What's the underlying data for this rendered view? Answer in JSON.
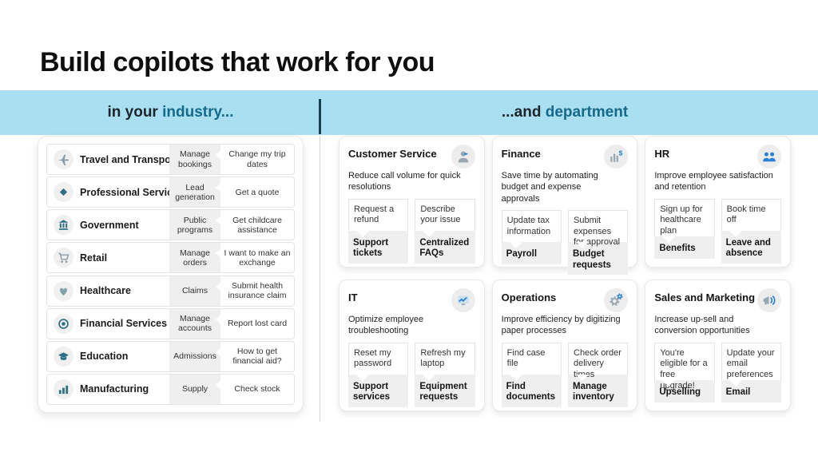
{
  "title": "Build copilots that work for you",
  "band": {
    "left_plain": "in your",
    "left_accent": "industry...",
    "right_plain": "...and",
    "right_accent": "department"
  },
  "colors": {
    "band_background": "#A9DFF1",
    "accent_teal": "#17698A",
    "icon_teal": "#2E6F85",
    "icon_gray": "#8A99A4",
    "icon_blue": "#2B7FD4",
    "chip_gray": "#EFEFEF"
  },
  "industries": [
    {
      "icon": "airplane-icon",
      "name": "Travel and Transport",
      "chip": "Manage bookings",
      "bubble": "Change my trip dates"
    },
    {
      "icon": "diamond-icon",
      "name": "Professional Services",
      "chip": "Lead generation",
      "bubble": "Get a quote"
    },
    {
      "icon": "government-building-icon",
      "name": "Government",
      "chip": "Public programs",
      "bubble": "Get childcare assistance"
    },
    {
      "icon": "shopping-cart-icon",
      "name": "Retail",
      "chip": "Manage orders",
      "bubble": "I want to make an exchange"
    },
    {
      "icon": "heart-icon",
      "name": "Healthcare",
      "chip": "Claims",
      "bubble": "Submit health insurance claim"
    },
    {
      "icon": "coin-icon",
      "name": "Financial Services",
      "chip": "Manage accounts",
      "bubble": "Report lost card"
    },
    {
      "icon": "graduation-cap-icon",
      "name": "Education",
      "chip": "Admissions",
      "bubble": "How to get financial aid?"
    },
    {
      "icon": "bar-chart-icon",
      "name": "Manufacturing",
      "chip": "Supply",
      "bubble": "Check stock"
    }
  ],
  "departments": [
    {
      "icon": "person-icon",
      "name": "Customer Service",
      "desc": "Reduce call volume for quick resolutions",
      "cols": [
        {
          "query": "Request a refund",
          "label": "Support tickets"
        },
        {
          "query": "Describe your issue",
          "label": "Centralized FAQs"
        }
      ]
    },
    {
      "icon": "chart-dollar-icon",
      "name": "Finance",
      "desc": "Save time by automating budget and expense approvals",
      "cols": [
        {
          "query": "Update tax information",
          "label": "Payroll"
        },
        {
          "query": "Submit expenses for approval",
          "label": "Budget requests"
        }
      ]
    },
    {
      "icon": "people-icon",
      "name": "HR",
      "desc": "Improve employee satisfaction and retention",
      "cols": [
        {
          "query": "Sign up for healthcare plan",
          "label": "Benefits"
        },
        {
          "query": "Book time off",
          "label": "Leave and absence"
        }
      ]
    },
    {
      "icon": "monitor-chart-icon",
      "name": "IT",
      "desc": "Optimize employee troubleshooting",
      "cols": [
        {
          "query": "Reset my password",
          "label": "Support services"
        },
        {
          "query": "Refresh my laptop",
          "label": "Equipment requests"
        }
      ]
    },
    {
      "icon": "gears-icon",
      "name": "Operations",
      "desc": "Improve efficiency by digitizing paper processes",
      "cols": [
        {
          "query": "Find case file",
          "label": "Find documents"
        },
        {
          "query": "Check order delivery times",
          "label": "Manage inventory"
        }
      ]
    },
    {
      "icon": "megaphone-icon",
      "name": "Sales and Marketing",
      "desc": "Increase up-sell and conversion opportunities",
      "cols": [
        {
          "query": "You're eligible for a free upgrade!",
          "label": "Upselling"
        },
        {
          "query": "Update your email preferences",
          "label": "Email"
        }
      ]
    }
  ]
}
